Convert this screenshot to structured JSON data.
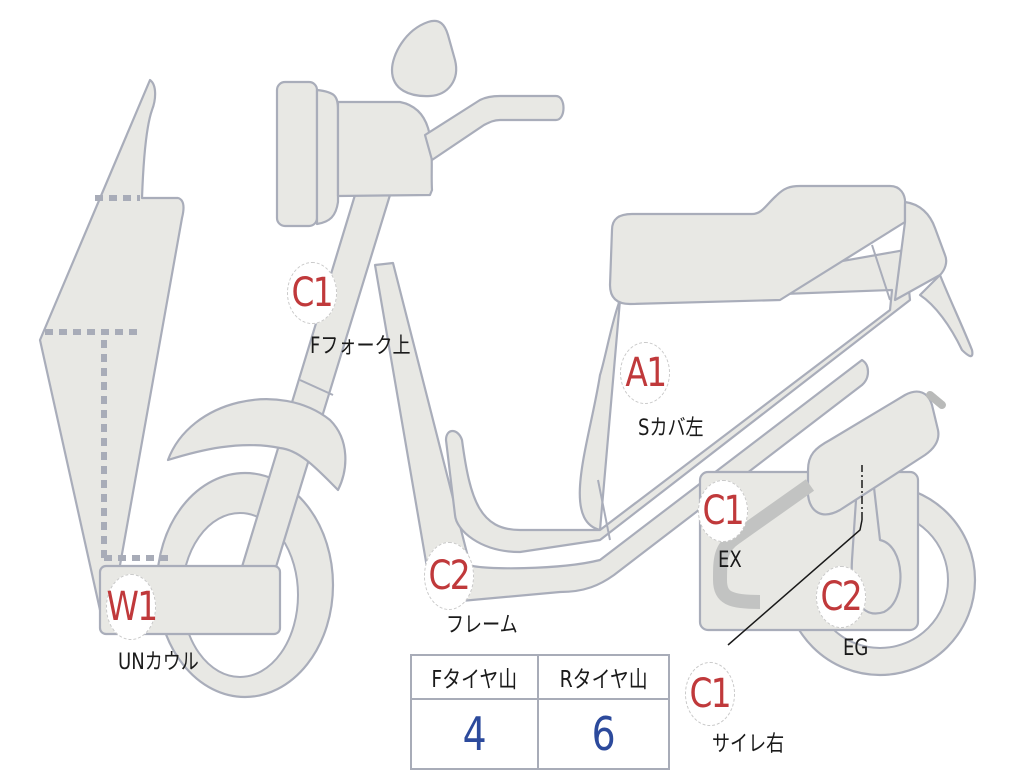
{
  "diagram": {
    "subject": "scooter-side-view-damage-map",
    "colors": {
      "part_fill": "#e8e8e4",
      "part_stroke": "#a9adba",
      "marker_code": "#c0393b",
      "label_text": "#1a1a1a",
      "tire_value": "#2c4a9c"
    },
    "markers": [
      {
        "code": "C1",
        "label": "Fフォーク上"
      },
      {
        "code": "A1",
        "label": "Sカバ左"
      },
      {
        "code": "C1",
        "label": "EX"
      },
      {
        "code": "C2",
        "label": "EG"
      },
      {
        "code": "C2",
        "label": "フレーム"
      },
      {
        "code": "W1",
        "label": "UNカウル"
      },
      {
        "code": "C1",
        "label": "サイレ右"
      }
    ],
    "tire_table": {
      "headers": [
        "Fタイヤ山",
        "Rタイヤ山"
      ],
      "values": [
        "4",
        "6"
      ]
    }
  }
}
